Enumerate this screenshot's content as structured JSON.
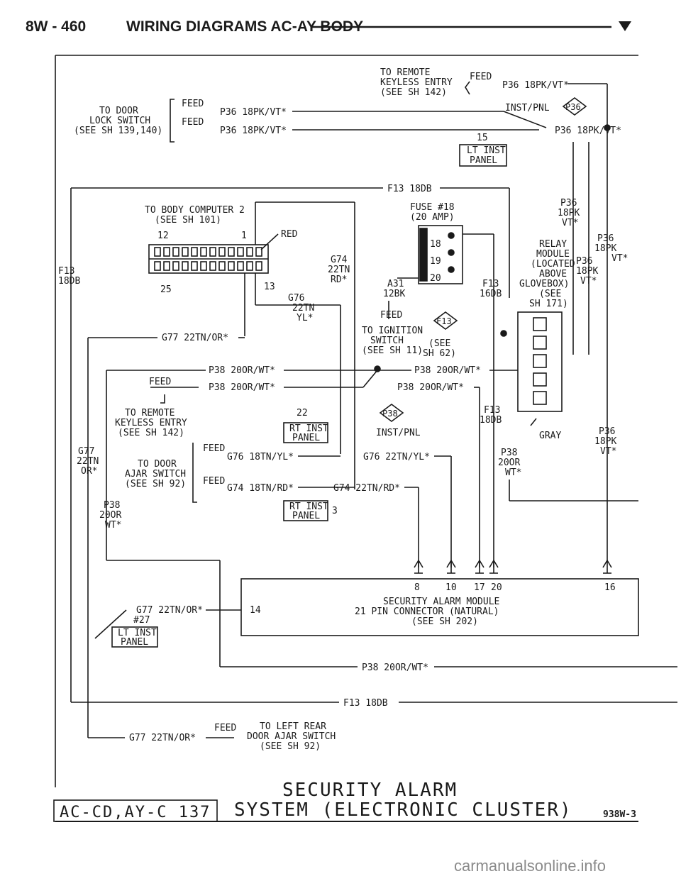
{
  "header": {
    "page": "8W - 460",
    "title": "WIRING DIAGRAMS AC-AY BODY"
  },
  "top": {
    "remote_keyless": [
      "TO REMOTE",
      "KEYLESS ENTRY",
      "(SEE SH 142)"
    ],
    "feed": "FEED",
    "p36_wire": "P36 18PK/VT*",
    "inst_pnl": "INST/PNL",
    "p36_conn": "P36",
    "door_lock": [
      "TO DOOR",
      "LOCK SWITCH",
      "(SEE SH 139,140)"
    ],
    "pin15": "15",
    "lt_inst_panel": [
      "LT INST",
      "PANEL"
    ]
  },
  "body_computer": [
    "TO BODY COMPUTER 2",
    "(SEE SH 101)"
  ],
  "pins": {
    "p12": "12",
    "p1": "1",
    "p25": "25",
    "p13": "13"
  },
  "red": "RED",
  "f13_18db": "F13 18DB",
  "f13_vert": [
    "F13",
    "18DB"
  ],
  "fuse": [
    "FUSE #18",
    "(20 AMP)"
  ],
  "fuse_pins": [
    "18",
    "19",
    "20"
  ],
  "g74": [
    "G74",
    "22TN",
    "RD*"
  ],
  "a31": [
    "A31",
    "12BK"
  ],
  "f13_16": [
    "F13",
    "16DB"
  ],
  "g76": [
    "G76",
    "22TN",
    "YL*"
  ],
  "relay": [
    "RELAY",
    "MODULE",
    "(LOCATED",
    "ABOVE",
    "GLOVEBOX)",
    "(SEE",
    "SH 171)"
  ],
  "p36_right": [
    "P36",
    "18PK",
    "VT*"
  ],
  "ignition": [
    "TO IGNITION",
    "SWITCH",
    "(SEE SH 11)"
  ],
  "see62": [
    "(SEE",
    "SH 62)"
  ],
  "f13_conn": "F13",
  "g77": "G77 22TN/OR*",
  "p38": "P38 20OR/WT*",
  "p38_conn": "P38",
  "inst_pnl2": "INST/PNL",
  "remote_keyless2": [
    "TO REMOTE",
    "KEYLESS ENTRY",
    "(SEE SH 142)"
  ],
  "pin22": "22",
  "rt_inst_panel": [
    "RT INST",
    "PANEL"
  ],
  "g77_vert": [
    "G77",
    "22TN",
    "OR*"
  ],
  "door_ajar": [
    "TO DOOR",
    "AJAR SWITCH",
    "(SEE SH 92)"
  ],
  "g76_wire": "G76 18TN/YL*",
  "g76_wire2": "G76 22TN/YL*",
  "g74_wire": "G74 18TN/RD*",
  "g74_wire2": "G74 22TN/RD*",
  "pin3": "3",
  "p38_vert": [
    "P38",
    "20OR",
    "WT*"
  ],
  "f13_18db_v": [
    "F13",
    "18DB"
  ],
  "gray": "GRAY",
  "module_pins": [
    "8",
    "10",
    "17",
    "20",
    "16"
  ],
  "pin14": "14",
  "g77_27": [
    "G77 22TN/OR*",
    "#27"
  ],
  "module": [
    "SECURITY ALARM MODULE",
    "21 PIN CONNECTOR (NATURAL)",
    "(SEE SH 202)"
  ],
  "left_rear": [
    "TO LEFT REAR",
    "DOOR AJAR SWITCH",
    "(SEE SH 92)"
  ],
  "title": [
    "SECURITY ALARM",
    "SYSTEM (ELECTRONIC CLUSTER)"
  ],
  "code": "AC-CD,AY-C 137",
  "fig": "938W-3",
  "watermark": "carmanualsonline.info"
}
